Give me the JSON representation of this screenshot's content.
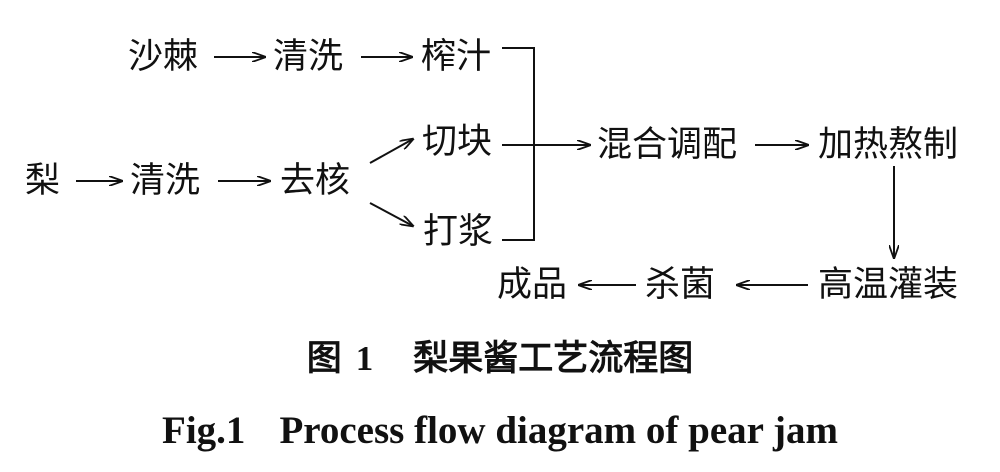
{
  "nodes": {
    "seabuckthorn": "沙棘",
    "wash1": "清洗",
    "juice": "榨汁",
    "pear": "梨",
    "wash2": "清洗",
    "core": "去核",
    "dice": "切块",
    "pulp": "打浆",
    "mix": "混合调配",
    "heat": "加热熬制",
    "fill": "高温灌装",
    "sterilize": "杀菌",
    "product": "成品"
  },
  "caption": {
    "cn_label": "图",
    "cn_number": "1",
    "cn_title": "梨果酱工艺流程图",
    "en_label": "Fig.1",
    "en_title": "Process flow diagram of pear jam"
  }
}
